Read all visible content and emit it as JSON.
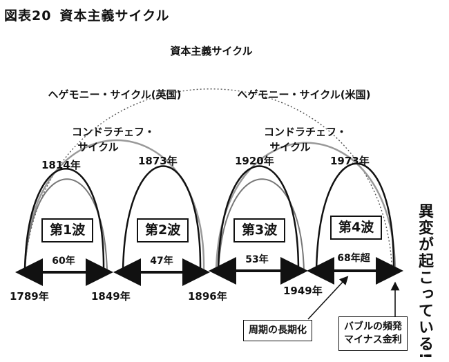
{
  "title": {
    "number": "図表20",
    "text": "資本主義サイクル"
  },
  "capitalism_cycle_label": "資本主義サイクル",
  "hegemony_labels": [
    "ヘゲモニー・サイクル(英国)",
    "ヘゲモニー・サイクル(米国)"
  ],
  "kondratiev_label_lines": [
    "コンドラチェフ・",
    "サイクル"
  ],
  "peak_years": [
    "1814年",
    "1873年",
    "1920年",
    "1973年"
  ],
  "boundary_years": [
    "1789年",
    "1849年",
    "1896年",
    "1949年"
  ],
  "waves": [
    {
      "label": "第1波",
      "duration": "60年"
    },
    {
      "label": "第2波",
      "duration": "47年"
    },
    {
      "label": "第3波",
      "duration": "53年"
    },
    {
      "label": "第4波",
      "duration": "68年超"
    }
  ],
  "callouts": {
    "long_period": "周期の長期化",
    "bubble_lines": [
      "バブルの頻発",
      "マイナス金利"
    ]
  },
  "vertical_text": "異変が起こっている!"
}
